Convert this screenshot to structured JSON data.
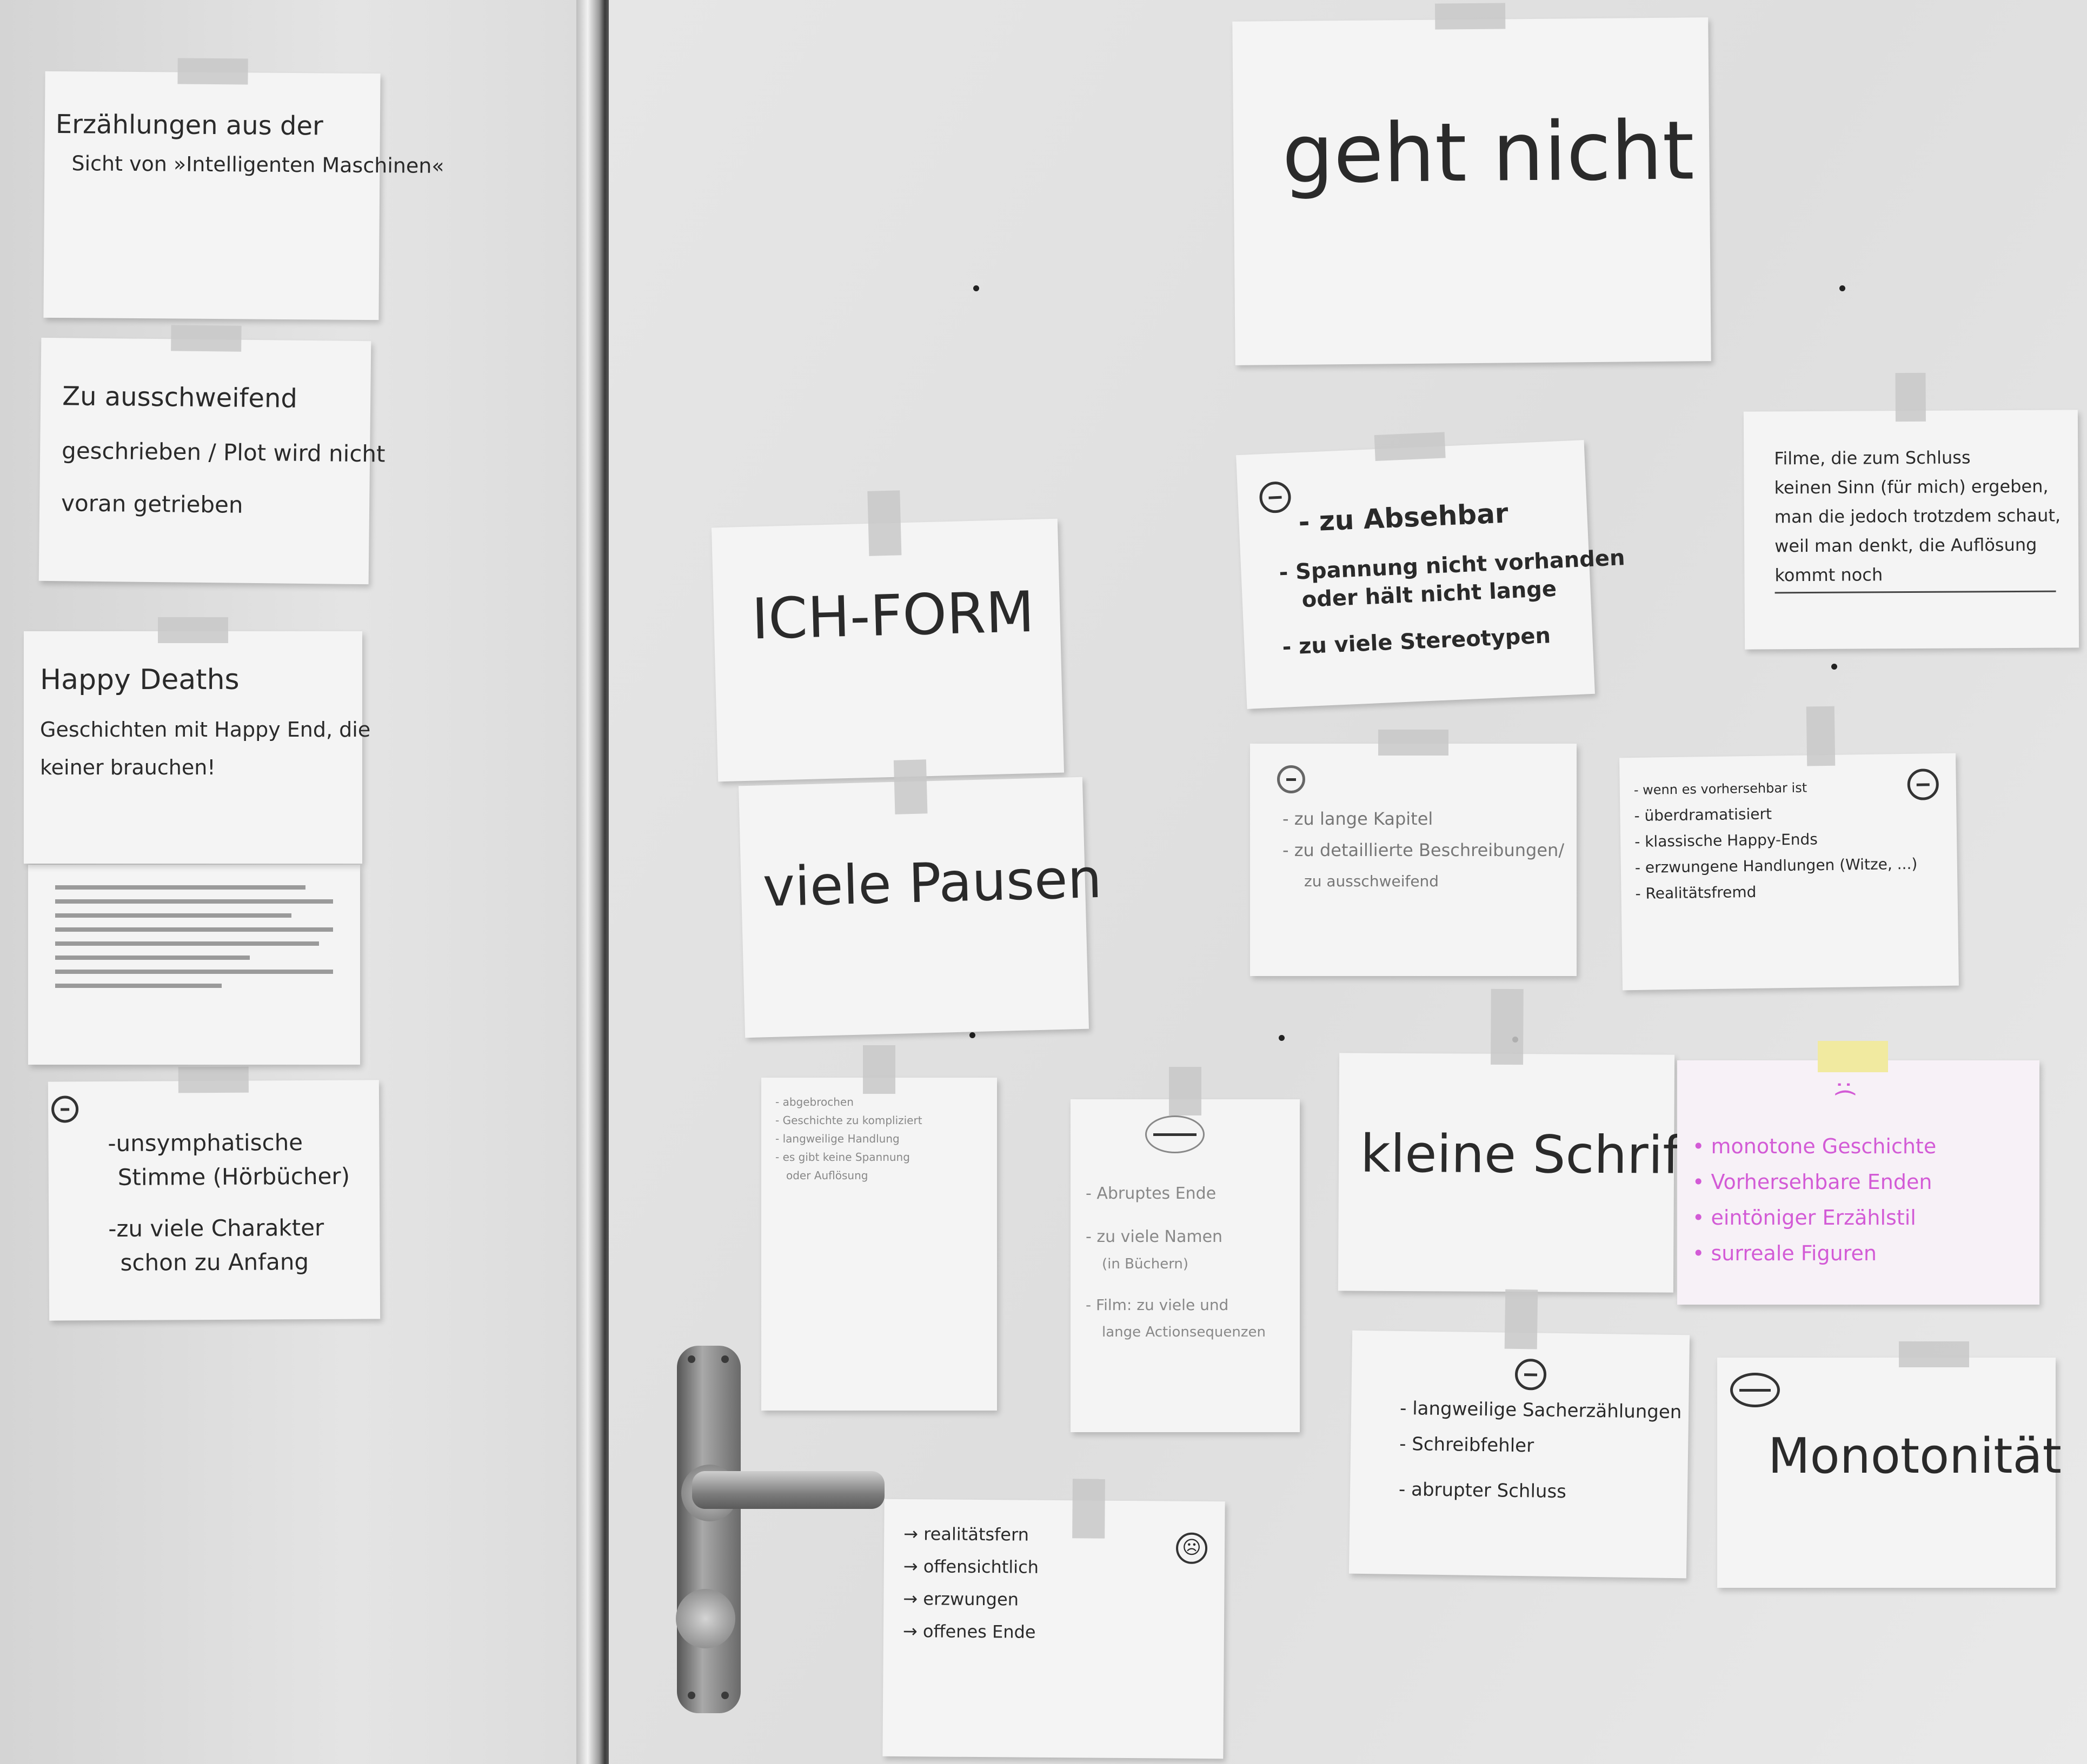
{
  "notes": {
    "left_1": {
      "lines": [
        "Erzählungen aus der",
        "Sicht von »Intelligenten Maschinen«"
      ]
    },
    "left_2": {
      "lines": [
        "Zu ausschweifend",
        "geschrieben / Plot wird nicht",
        "voran getrieben"
      ]
    },
    "left_3": {
      "lines": [
        "Happy Deaths",
        "Geschichten mit Happy End, die",
        "keiner brauchen!"
      ]
    },
    "left_5": {
      "lines": [
        "-unsymphatische",
        "Stimme (Hörbücher)",
        "-zu viele Charakter",
        "schon zu Anfang"
      ]
    },
    "geht_nicht": {
      "text": "geht nicht"
    },
    "ich_form": {
      "text": "ICH-FORM"
    },
    "viele_pausen": {
      "text": "viele Pausen"
    },
    "absehbar": {
      "lines": [
        "- zu Absehbar",
        "- Spannung nicht vorhanden",
        "oder hält nicht lange",
        "- zu viele Stereotypen"
      ]
    },
    "filme": {
      "lines": [
        "Filme, die zum Schluss",
        "keinen Sinn (für mich) ergeben,",
        "man die jedoch trotzdem schaut,",
        "weil man denkt, die Auflösung",
        "kommt noch"
      ]
    },
    "kapitel": {
      "lines": [
        "- zu lange Kapitel",
        "- zu detaillierte Beschreibungen/",
        "zu ausschweifend"
      ]
    },
    "vorhersehbar": {
      "lines": [
        "- wenn es vorhersehbar ist",
        "- überdramatisiert",
        "- klassische Happy-Ends",
        "- erzwungene Handlungen (Witze, ...)",
        "- Realitätsfremd"
      ]
    },
    "abgebrochen": {
      "lines": [
        "- abgebrochen",
        "- Geschichte zu kompliziert",
        "- langweilige Handlung",
        "- es gibt keine Spannung",
        "oder Auflösung"
      ]
    },
    "abruptes": {
      "lines": [
        "- Abruptes Ende",
        "- zu viele Namen",
        "(in Büchern)",
        "- Film: zu viele und",
        "lange Actionsequenzen"
      ]
    },
    "kleine_schrift": {
      "text": "kleine Schrift"
    },
    "monotone": {
      "face": ":(",
      "lines": [
        "• monotone Geschichte",
        "• Vorhersehbare Enden",
        "• eintöniger Erzählstil",
        "• surreale Figuren"
      ]
    },
    "realitaetsfern": {
      "lines": [
        "→ realitätsfern",
        "→ offensichtlich",
        "→ erzwungen",
        "→ offenes Ende"
      ]
    },
    "langweilige": {
      "lines": [
        "- langweilige Sacherzählungen",
        "- Schreibfehler",
        "- abrupter Schluss"
      ]
    },
    "monotonitaet": {
      "text": "Monotonität"
    }
  },
  "colors": {
    "pink_ink": "#d35bd6",
    "yellow_tape": "#f1eaa0",
    "dark_ink": "#222222"
  }
}
